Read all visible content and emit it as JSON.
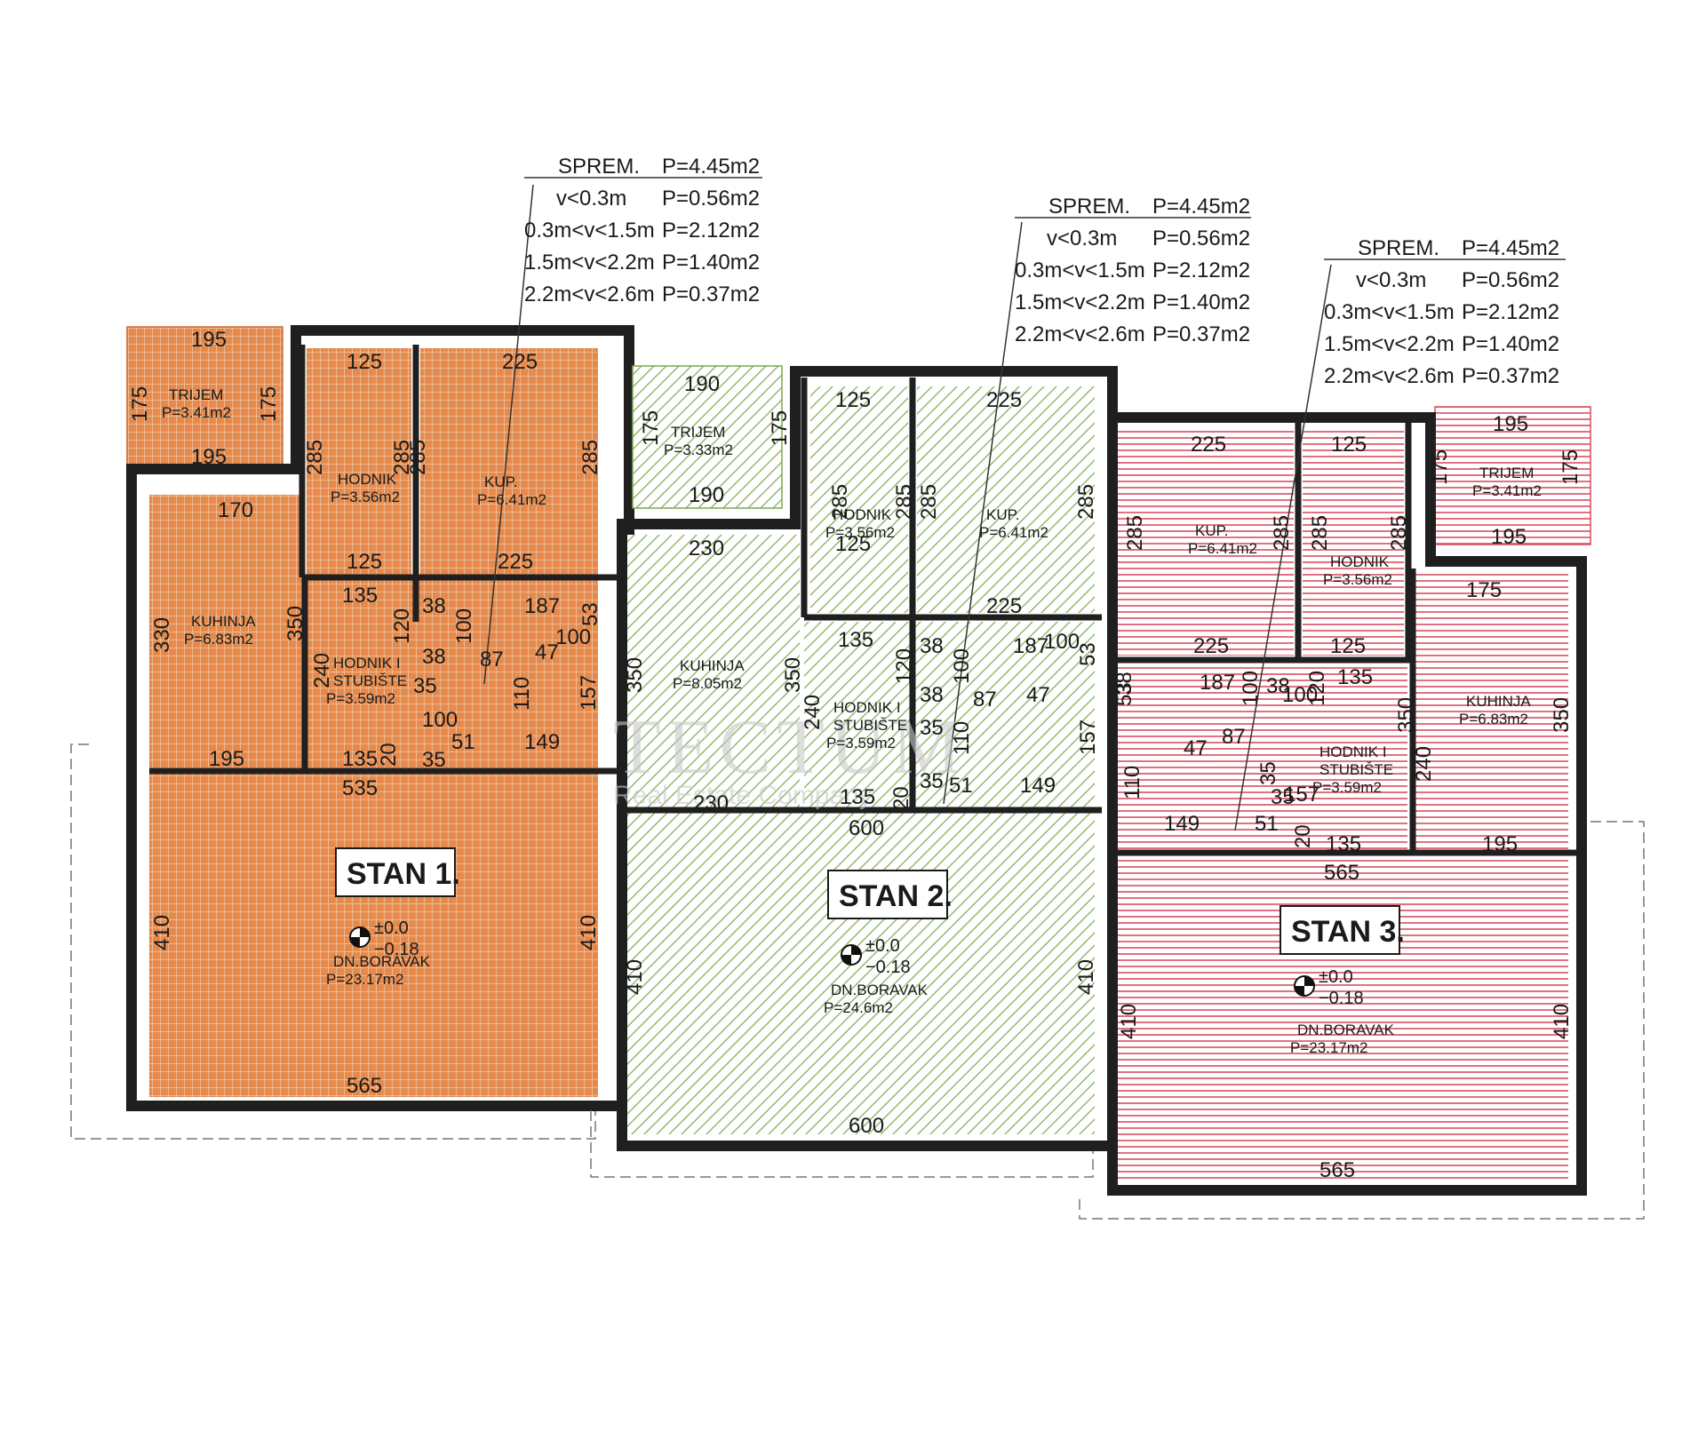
{
  "spremiste_tables": [
    {
      "rows": [
        [
          "SPREM.",
          "P=4.45m2"
        ],
        [
          "v<0.3m",
          "P=0.56m2"
        ],
        [
          "0.3m<v<1.5m",
          "P=2.12m2"
        ],
        [
          "1.5m<v<2.2m",
          "P=1.40m2"
        ],
        [
          "2.2m<v<2.6m",
          "P=0.37m2"
        ]
      ]
    },
    {
      "rows": [
        [
          "SPREM.",
          "P=4.45m2"
        ],
        [
          "v<0.3m",
          "P=0.56m2"
        ],
        [
          "0.3m<v<1.5m",
          "P=2.12m2"
        ],
        [
          "1.5m<v<2.2m",
          "P=1.40m2"
        ],
        [
          "2.2m<v<2.6m",
          "P=0.37m2"
        ]
      ]
    },
    {
      "rows": [
        [
          "SPREM.",
          "P=4.45m2"
        ],
        [
          "v<0.3m",
          "P=0.56m2"
        ],
        [
          "0.3m<v<1.5m",
          "P=2.12m2"
        ],
        [
          "1.5m<v<2.2m",
          "P=1.40m2"
        ],
        [
          "2.2m<v<2.6m",
          "P=0.37m2"
        ]
      ]
    }
  ],
  "units": [
    {
      "title": "STAN 1.",
      "color": "#e07a3a",
      "level": {
        "plus": "±0.0",
        "minus": "−0.18"
      },
      "rooms": [
        {
          "name": "TRIJEM",
          "area": "P=3.41m2"
        },
        {
          "name": "HODNIK",
          "area": "P=3.56m2"
        },
        {
          "name": "KUP.",
          "area": "P=6.41m2"
        },
        {
          "name": "KUHINJA",
          "area": "P=6.83m2"
        },
        {
          "name": "HODNIK I\nSTUBIŠTE",
          "area": "P=3.59m2"
        },
        {
          "name": "DN.BORAVAK",
          "area": "P=23.17m2"
        }
      ],
      "dims": [
        "195",
        "175",
        "175",
        "195",
        "125",
        "225",
        "285",
        "285",
        "285",
        "285",
        "125",
        "225",
        "170",
        "330",
        "350",
        "135",
        "38",
        "187",
        "120",
        "100",
        "100",
        "53",
        "38",
        "87",
        "47",
        "240",
        "35",
        "110",
        "157",
        "100",
        "51",
        "149",
        "35",
        "20",
        "195",
        "135",
        "535",
        "410",
        "410",
        "565"
      ]
    },
    {
      "title": "STAN 2.",
      "color": "#7aa84e",
      "level": {
        "plus": "±0.0",
        "minus": "−0.18"
      },
      "rooms": [
        {
          "name": "TRIJEM",
          "area": "P=3.33m2"
        },
        {
          "name": "HODNIK",
          "area": "P=3.56m2"
        },
        {
          "name": "KUP.",
          "area": "P=6.41m2"
        },
        {
          "name": "KUHINJA",
          "area": "P=8.05m2"
        },
        {
          "name": "HODNIK I\nSTUBIŠTE",
          "area": "P=3.59m2"
        },
        {
          "name": "DN.BORAVAK",
          "area": "P=24.6m2"
        }
      ],
      "dims": [
        "190",
        "175",
        "175",
        "190",
        "125",
        "225",
        "285",
        "285",
        "285",
        "285",
        "230",
        "125",
        "225",
        "350",
        "350",
        "135",
        "38",
        "187",
        "120",
        "100",
        "100",
        "53",
        "38",
        "87",
        "47",
        "240",
        "35",
        "110",
        "157",
        "35",
        "51",
        "149",
        "135",
        "230",
        "20",
        "600",
        "410",
        "410",
        "600"
      ]
    },
    {
      "title": "STAN 3.",
      "color": "#d64b5a",
      "level": {
        "plus": "±0.0",
        "minus": "−0.18"
      },
      "rooms": [
        {
          "name": "TRIJEM",
          "area": "P=3.41m2"
        },
        {
          "name": "HODNIK",
          "area": "P=3.56m2"
        },
        {
          "name": "KUP.",
          "area": "P=6.41m2"
        },
        {
          "name": "KUHINJA",
          "area": "P=6.83m2"
        },
        {
          "name": "HODNIK I\nSTUBIŠTE",
          "area": "P=3.59m2"
        },
        {
          "name": "DN.BORAVAK",
          "area": "P=23.17m2"
        }
      ],
      "dims": [
        "195",
        "175",
        "175",
        "195",
        "225",
        "125",
        "285",
        "285",
        "285",
        "285",
        "225",
        "125",
        "175",
        "350",
        "350",
        "135",
        "38",
        "187",
        "120",
        "100",
        "100",
        "53",
        "38",
        "87",
        "47",
        "240",
        "35",
        "110",
        "157",
        "35",
        "51",
        "149",
        "20",
        "135",
        "195",
        "565",
        "410",
        "410",
        "565"
      ]
    }
  ],
  "watermark": {
    "line1": "TECTUM",
    "line2": "Real Estate Company"
  }
}
